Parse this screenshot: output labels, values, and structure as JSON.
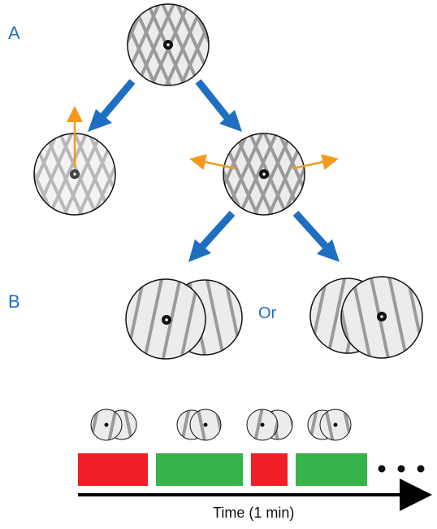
{
  "panel_labels": {
    "a": "A",
    "b": "B"
  },
  "or_text": "Or",
  "timeline": {
    "axis_label": "Time (1 min)",
    "ellipsis": "• • •",
    "segments": [
      {
        "state": "red"
      },
      {
        "state": "green"
      },
      {
        "state": "red"
      },
      {
        "state": "green"
      }
    ]
  },
  "colors": {
    "panel_label": "#1f6fc0",
    "arrow": "#1f6fc0",
    "motion_arrow": "#f39a1c",
    "red": "#ee1f25",
    "green": "#36b44a",
    "grating_stripe": "#9a9a9a",
    "grating_background": "#ececec"
  }
}
